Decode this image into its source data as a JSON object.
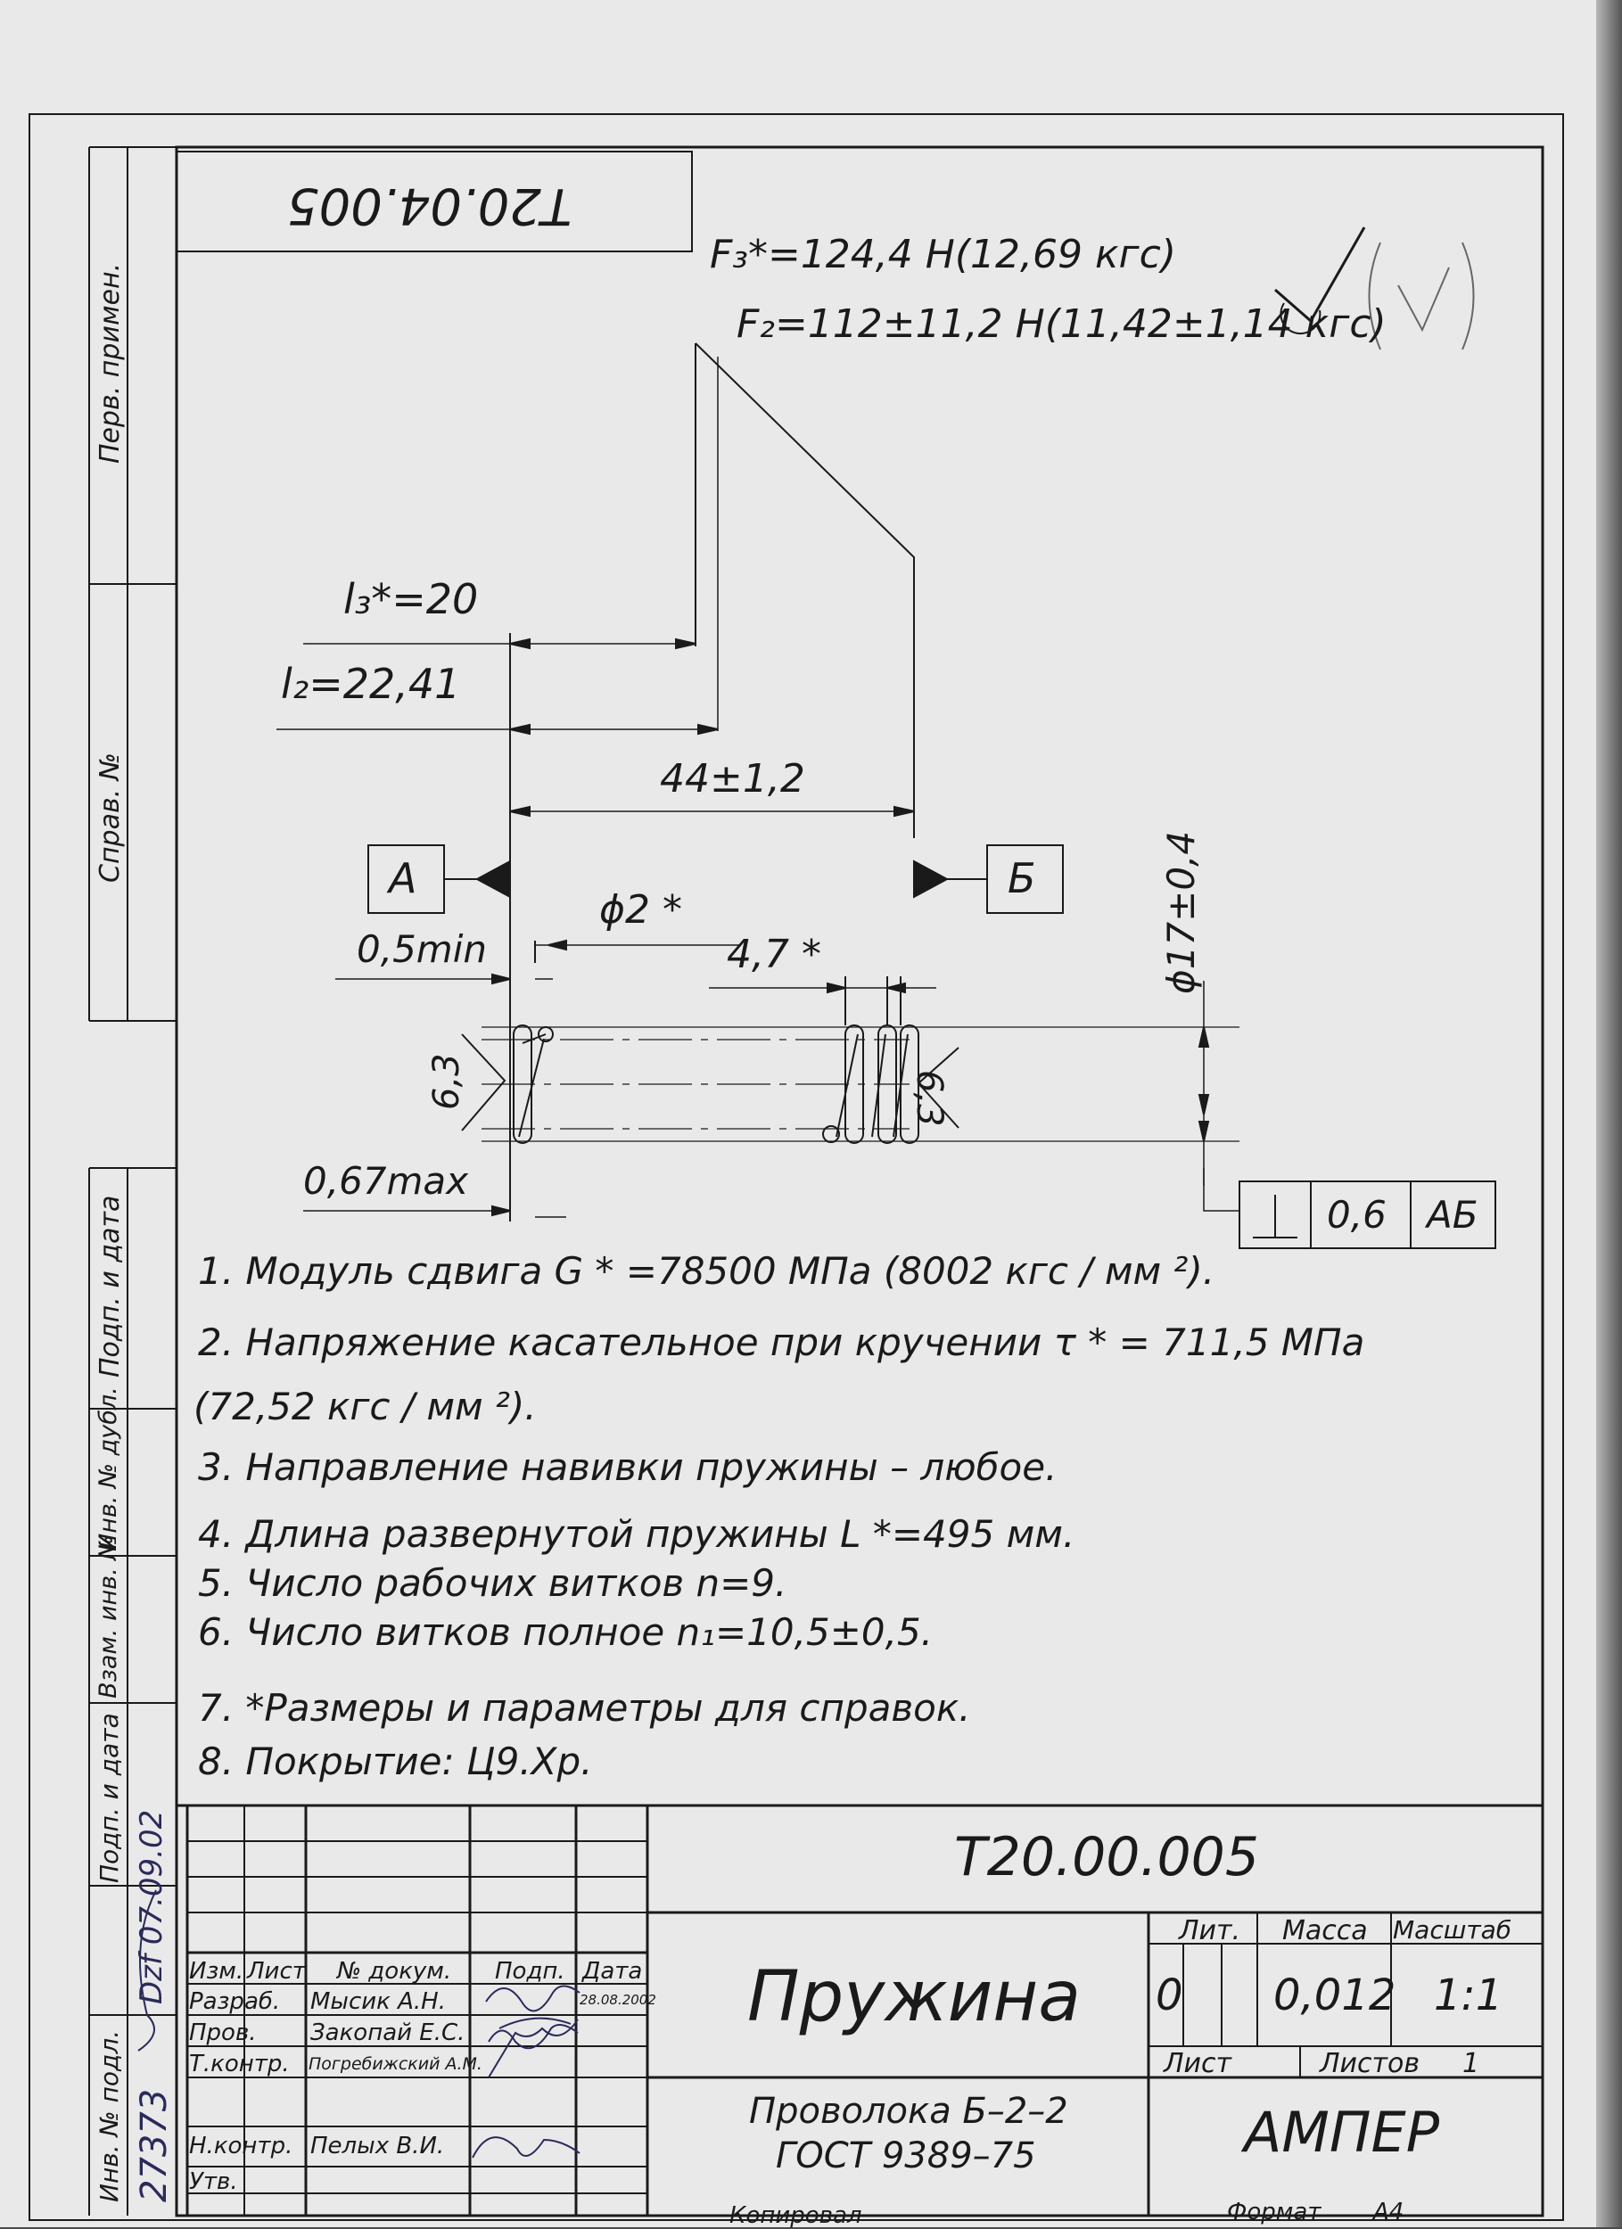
{
  "doc_code_rotated": "Т20.04.005",
  "doc_code": "Т20.00.005",
  "forces": {
    "f3": "F₃*=124,4 Н(12,69 кгс)",
    "f2": "F₂=112±11,2 Н(11,42±1,14 кгс)"
  },
  "dims": {
    "l3": "l₃*=20",
    "l2": "l₂=22,41",
    "length": "44±1,2",
    "wire": "ϕ2 *",
    "min": "0,5min",
    "pitch": "4,7 *",
    "diameter": "ϕ17±0,4",
    "rough_left": "6,3",
    "rough_right": "6,3",
    "max": "0,67max"
  },
  "datums": {
    "a": "А",
    "b": "Б"
  },
  "tolerance": {
    "value": "0,6",
    "ref": "АБ"
  },
  "notes": [
    "1. Модуль сдвига G * =78500 МПа  (8002 кгс / мм ²).",
    "2. Напряжение  касательное  при  кручении   τ * =  711,5  МПа",
    "(72,52 кгс / мм ²).",
    "3. Направление навивки пружины – любое.",
    "4. Длина развернутой пружины L *=495 мм.",
    "5. Число рабочих витков n=9.",
    "6. Число витков полное n₁=10,5±0,5.",
    "7.  *Размеры и параметры для справок.",
    "8. Покрытие: Ц9.Хр."
  ],
  "side_labels": [
    "Перв. примен.",
    "Справ. №",
    "Подп. и дата",
    "Инв. № дубл.",
    "Взам. инв. №",
    "Подп. и дата",
    "Инв. № подл."
  ],
  "side_handwritten": {
    "inv": "27373",
    "date": "Dzf 07.09.02"
  },
  "title_block": {
    "headers": [
      "Изм.",
      "Лист",
      "№ докум.",
      "Подп.",
      "Дата"
    ],
    "rows": [
      {
        "role": "Разраб.",
        "name": "Мысик А.Н.",
        "date": "28.08.2002"
      },
      {
        "role": "Пров.",
        "name": "Закопай Е.С.",
        "date": ""
      },
      {
        "role": "Т.контр.",
        "name": "Погребижский А.М.",
        "date": ""
      },
      {
        "role": "",
        "name": "",
        "date": ""
      },
      {
        "role": "Н.контр.",
        "name": "Пелых В.И.",
        "date": ""
      },
      {
        "role": "Утв.",
        "name": "",
        "date": ""
      }
    ],
    "part_name": "Пружина",
    "material_line1": "Проволока Б–2–2",
    "material_line2": "ГОСТ 9389–75",
    "lit_label": "Лит.",
    "mass_label": "Масса",
    "scale_label": "Масштаб",
    "lit_value": "0",
    "mass_value": "0,012",
    "scale_value": "1:1",
    "sheet_label": "Лист",
    "sheets_label": "Листов",
    "sheets_value": "1",
    "company": "АМПЕР",
    "copied": "Копировал",
    "format_label": "Формат",
    "format_value": "А4"
  }
}
